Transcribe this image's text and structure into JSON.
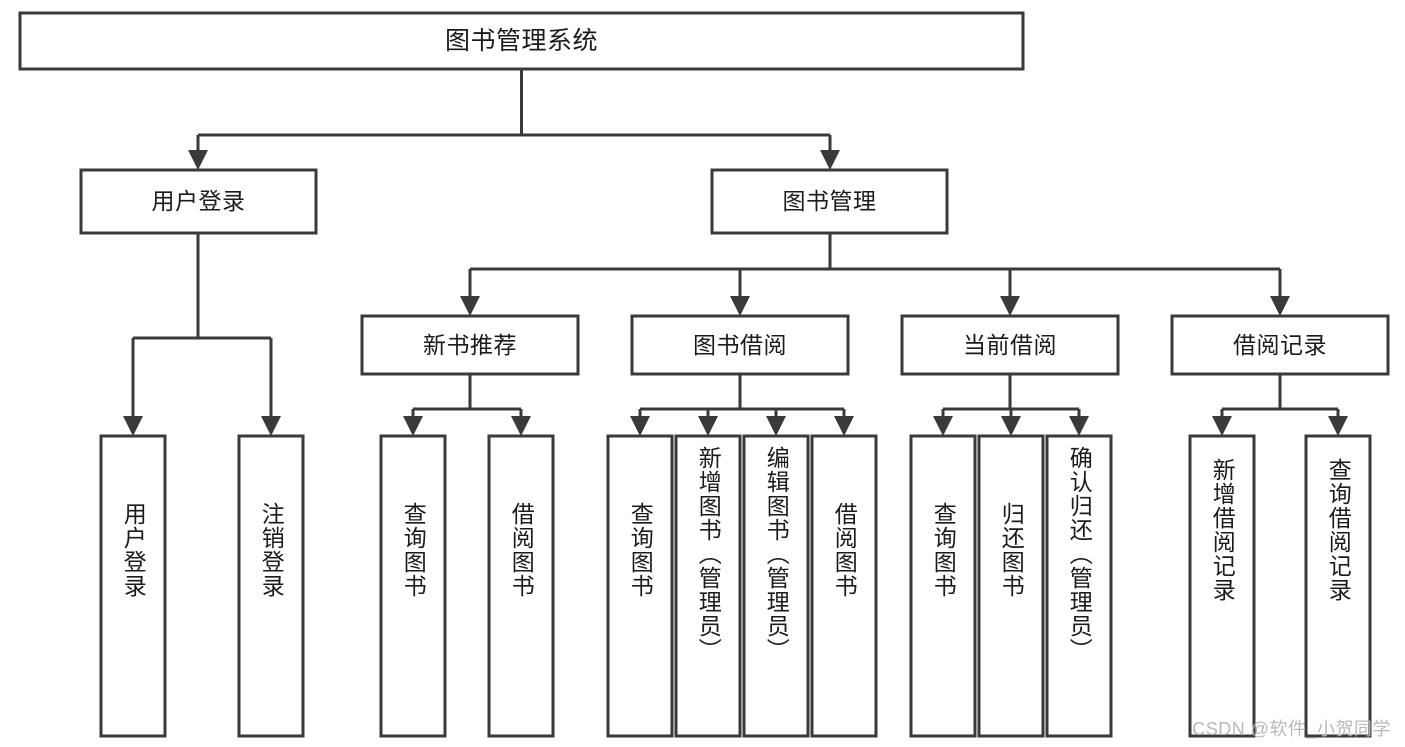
{
  "diagram": {
    "type": "tree",
    "title": "图书管理系统",
    "watermark": "CSDN @软件_小贺同学",
    "colors": {
      "stroke": "#3a3a3a",
      "fill": "#ffffff",
      "text": "#1b1b1b",
      "watermark": "#b9b9b9"
    },
    "nodes": {
      "root": {
        "label": "图书管理系统"
      },
      "level1": [
        {
          "id": "user-login",
          "label": "用户登录"
        },
        {
          "id": "book-manage",
          "label": "图书管理"
        }
      ],
      "level2": [
        {
          "id": "new-book-recommend",
          "label": "新书推荐"
        },
        {
          "id": "book-borrow",
          "label": "图书借阅"
        },
        {
          "id": "current-borrow",
          "label": "当前借阅"
        },
        {
          "id": "borrow-record",
          "label": "借阅记录"
        }
      ],
      "leaves": [
        {
          "id": "leaf-user-login",
          "label": "用户登录",
          "parent": "user-login"
        },
        {
          "id": "leaf-logout-login",
          "label": "注销登录",
          "parent": "user-login"
        },
        {
          "id": "leaf-query-book-1",
          "label": "查询图书",
          "parent": "new-book-recommend"
        },
        {
          "id": "leaf-borrow-book-1",
          "label": "借阅图书",
          "parent": "new-book-recommend"
        },
        {
          "id": "leaf-query-book-2",
          "label": "查询图书",
          "parent": "book-borrow"
        },
        {
          "id": "leaf-add-book",
          "label": "新增图书（管理员）",
          "parent": "book-borrow"
        },
        {
          "id": "leaf-edit-book",
          "label": "编辑图书（管理员）",
          "parent": "book-borrow"
        },
        {
          "id": "leaf-borrow-book-2",
          "label": "借阅图书",
          "parent": "book-borrow"
        },
        {
          "id": "leaf-query-book-3",
          "label": "查询图书",
          "parent": "current-borrow"
        },
        {
          "id": "leaf-return-book",
          "label": "归还图书",
          "parent": "current-borrow"
        },
        {
          "id": "leaf-confirm-return",
          "label": "确认归还（管理员）",
          "parent": "current-borrow"
        },
        {
          "id": "leaf-add-record",
          "label": "新增借阅记录",
          "parent": "borrow-record"
        },
        {
          "id": "leaf-query-record",
          "label": "查询借阅记录",
          "parent": "borrow-record"
        }
      ]
    }
  }
}
